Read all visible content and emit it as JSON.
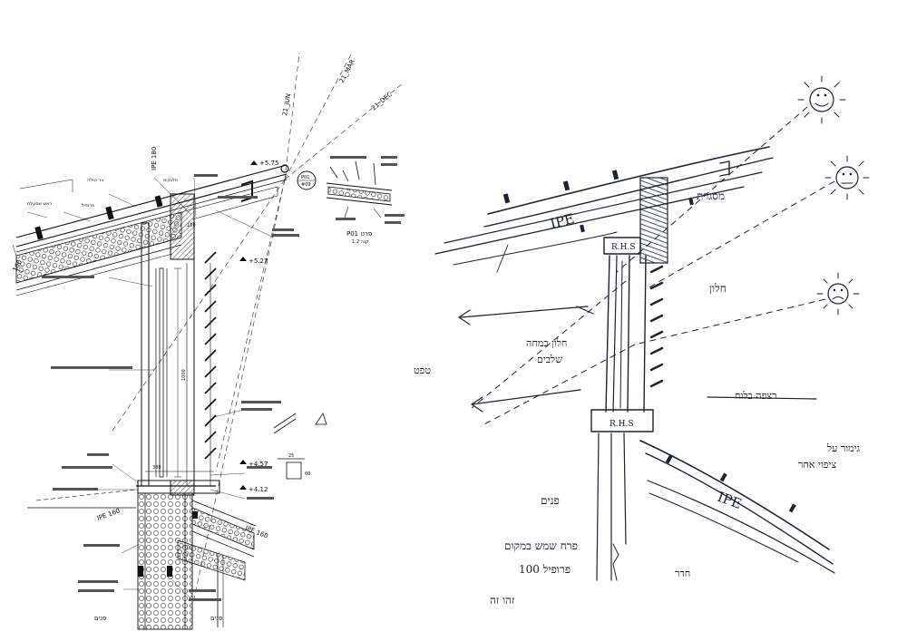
{
  "technical": {
    "sun_angles": [
      "21_JUN",
      "21_MAR",
      "21_DEC"
    ],
    "detail_ref": {
      "number": "P01",
      "sheet": "#09"
    },
    "detail_title": "P01 פרט",
    "detail_scale": "קנה 1:2",
    "profile_tag": "IPE 180",
    "profile_tag_lower": "IPE 160",
    "profile_tag_beam": "IPE 160",
    "slope_label": "160",
    "levels": [
      "+5.75",
      "+5.27",
      "+4.57",
      "+4.12"
    ],
    "bottom_labels": [
      "פנים",
      "פנים"
    ],
    "dimension_marks": [
      "1000",
      "380",
      "160",
      "25",
      "60"
    ],
    "roof_notes": [
      "ניר טולה",
      "פרופיל",
      "פלנקיס",
      "ראש שפעלת"
    ]
  },
  "sketch": {
    "beam_labels": [
      "IPE",
      "IPE"
    ],
    "connector_labels": [
      "R.H.S",
      "R.H.S"
    ],
    "notes": [
      "מסגרת",
      "חלון",
      "חלון במחה",
      "רצפה בלוח",
      "שלבים",
      "טפט",
      "פנים",
      "חדר",
      "פרח שמש במקום",
      "פרופיל 100",
      "זהו זה",
      "גימור על",
      "ציפוי אחר"
    ]
  }
}
